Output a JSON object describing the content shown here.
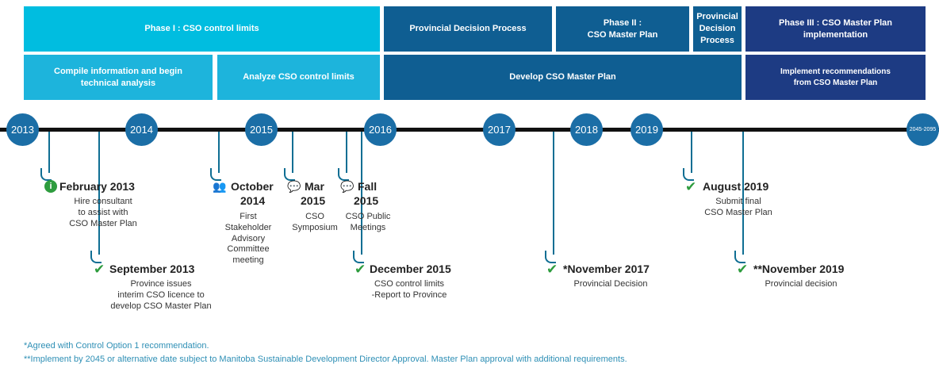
{
  "phases_top": [
    {
      "label": "Phase I : CSO control limits"
    },
    {
      "label": "Provincial Decision Process"
    },
    {
      "label": "Phase II :\nCSO Master Plan"
    },
    {
      "label": "Provincial\nDecision\nProcess"
    },
    {
      "label": "Phase III : CSO Master Plan\nimplementation"
    }
  ],
  "phases_bottom": [
    {
      "label": "Compile information and begin\ntechnical analysis"
    },
    {
      "label": "Analyze CSO control limits"
    },
    {
      "label": "Develop CSO Master Plan"
    },
    {
      "label": "Implement recommendations\nfrom CSO Master Plan"
    }
  ],
  "years": [
    "2013",
    "2014",
    "2015",
    "2016",
    "2017",
    "2018",
    "2019",
    "2045-2095"
  ],
  "events": [
    {
      "title": "February 2013",
      "desc": "Hire consultant\nto assist with\nCSO Master Plan",
      "icon": "info-icon"
    },
    {
      "title": "September 2013",
      "desc": "Province issues\ninterim CSO licence to\ndevelop CSO Master Plan",
      "icon": "check-icon"
    },
    {
      "title_1": "October",
      "title_2": "2014",
      "desc": "First\nStakeholder\nAdvisory\nCommittee\nmeeting",
      "icon": "group-icon"
    },
    {
      "title_1": "Mar",
      "title_2": "2015",
      "desc": "CSO\nSymposium",
      "icon": "chat-icon"
    },
    {
      "title_1": "Fall",
      "title_2": "2015",
      "desc": "CSO Public\nMeetings",
      "icon": "chat-icon"
    },
    {
      "title": "December 2015",
      "desc": "CSO control limits\n-Report to Province",
      "icon": "check-icon"
    },
    {
      "title": "*November 2017",
      "desc": "Provincial Decision",
      "icon": "check-icon"
    },
    {
      "title": "August 2019",
      "desc": "Submit final\nCSO Master Plan",
      "icon": "check-icon"
    },
    {
      "title": "**November 2019",
      "desc": "Provincial decision",
      "icon": "check-icon"
    }
  ],
  "footnotes": [
    "*Agreed with Control Option 1 recommendation.",
    "**Implement by 2045 or alternative date subject to Manitoba Sustainable Development Director Approval. Master Plan approval with additional requirements."
  ],
  "colors": {
    "phase_light": "#00bde0",
    "phase_mid": "#0f5e92",
    "phase_dark": "#1d3b83",
    "year_circle": "#1b6ea6",
    "check_green": "#2e9c3e"
  }
}
